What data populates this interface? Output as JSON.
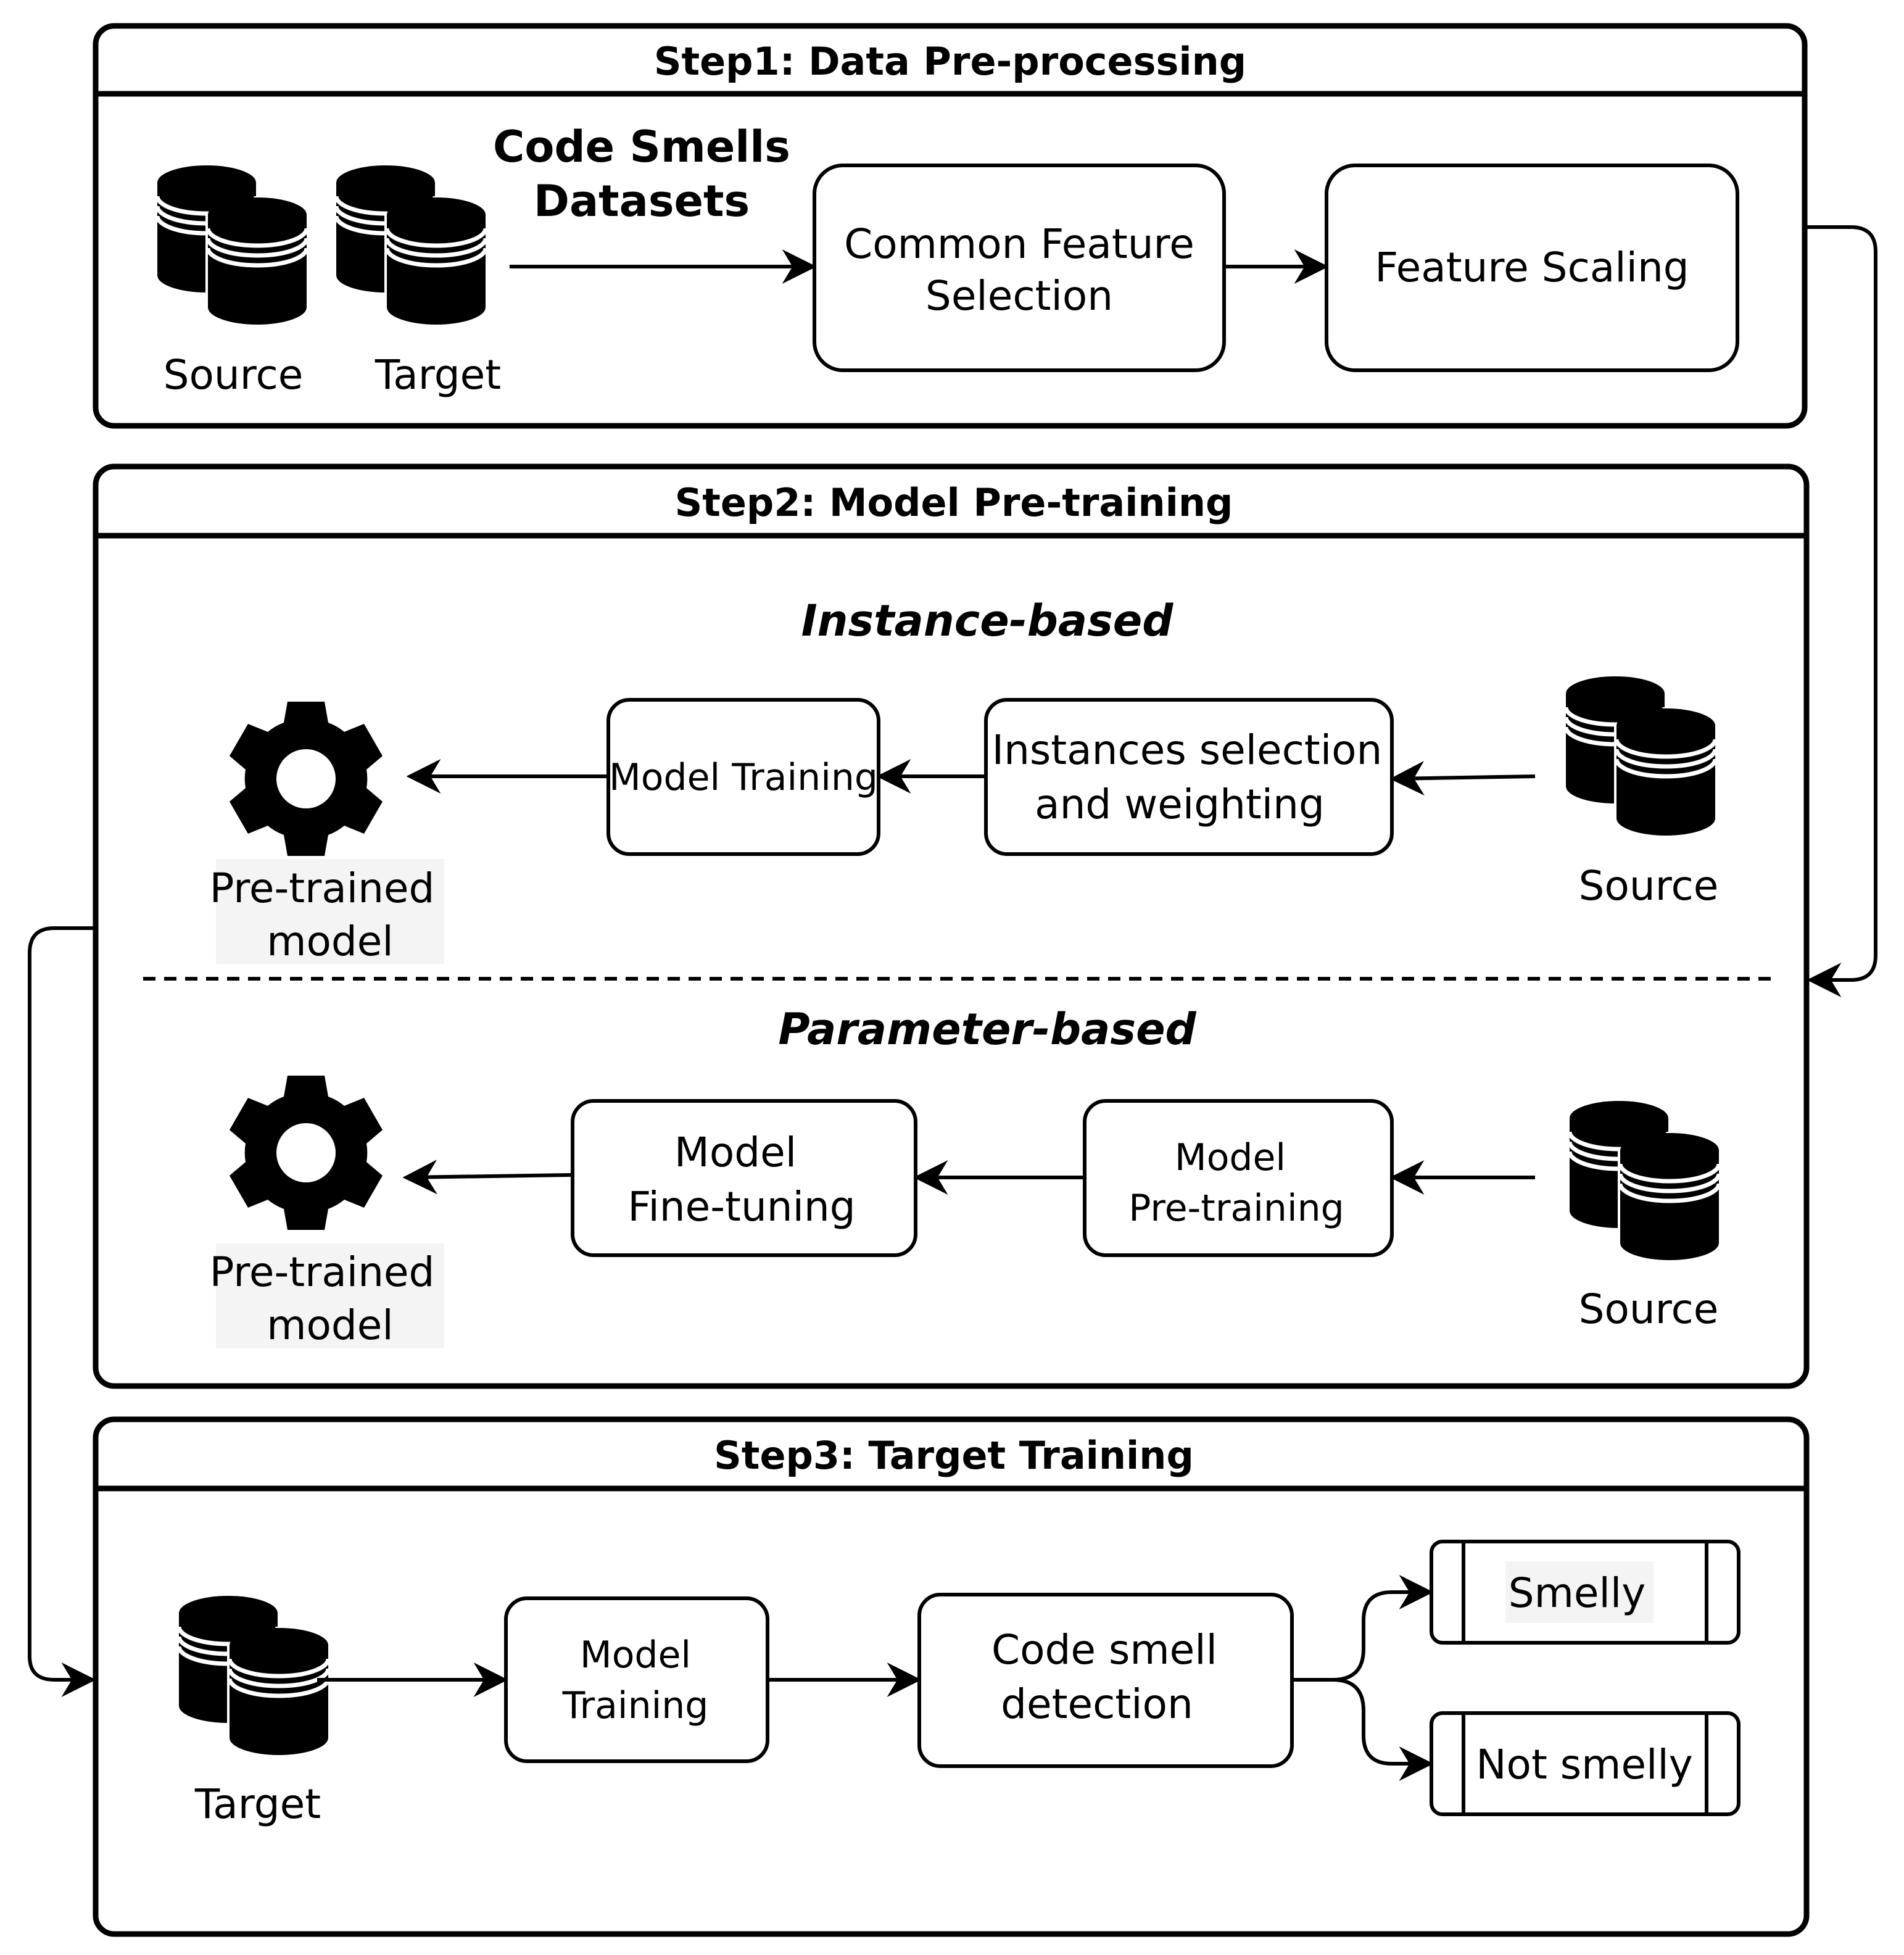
{
  "step1": {
    "title": "Step1: Data Pre-processing",
    "dataset_title_line1": "Code Smells",
    "dataset_title_line2": "Datasets",
    "source_label": "Source",
    "target_label": "Target",
    "common_feature_line1": "Common Feature",
    "common_feature_line2": "Selection",
    "feature_scaling": "Feature Scaling"
  },
  "step2": {
    "title": "Step2: Model Pre-training",
    "instance_title": "Instance-based",
    "instance": {
      "model_training": "Model Training",
      "selection_line1": "Instances selection",
      "selection_line2": "and weighting",
      "source_label": "Source",
      "output_line1": "Pre-trained",
      "output_line2": "model"
    },
    "parameter_title": "Parameter-based",
    "parameter": {
      "finetune_line1": "Model",
      "finetune_line2": "Fine-tuning",
      "pretrain_line1": "Model",
      "pretrain_line2": "Pre-training",
      "source_label": "Source",
      "output_line1": "Pre-trained",
      "output_line2": "model"
    }
  },
  "step3": {
    "title": "Step3: Target Training",
    "target_label": "Target",
    "training_line1": "Model",
    "training_line2": "Training",
    "detection_line1": "Code smell",
    "detection_line2": "detection",
    "smelly": "Smelly",
    "not_smelly": "Not smelly"
  },
  "icons": {
    "database": "database-icon",
    "gear": "gear-icon"
  }
}
